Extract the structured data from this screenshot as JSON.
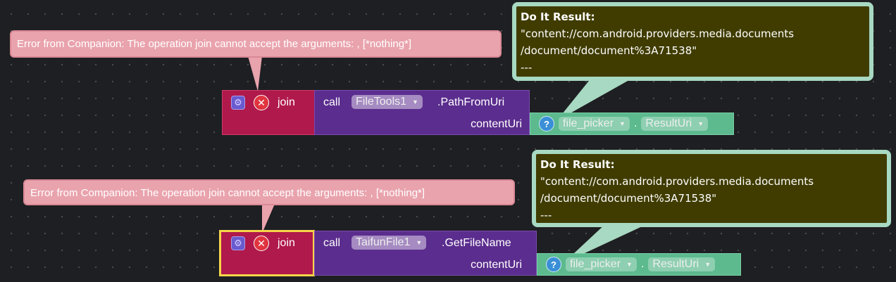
{
  "blocks": [
    {
      "error": "Error from Companion: The operation join cannot accept the arguments: , [*nothing*]",
      "join_label": "join",
      "call_label": "call",
      "component": "FileTools1",
      "method": ".PathFromUri",
      "param": "contentUri",
      "getter_component": "file_picker",
      "getter_dot": ".",
      "getter_property": "ResultUri",
      "result_title": "Do It Result:",
      "result_line1": "\"content://com.android.providers.media.documents",
      "result_line2": "/document/document%3A71538\"",
      "result_line3": "---",
      "selected": false
    },
    {
      "error": "Error from Companion: The operation join cannot accept the arguments: , [*nothing*]",
      "join_label": "join",
      "call_label": "call",
      "component": "TaifunFile1",
      "method": ".GetFileName",
      "param": "contentUri",
      "getter_component": "file_picker",
      "getter_dot": ".",
      "getter_property": "ResultUri",
      "result_title": "Do It Result:",
      "result_line1": "\"content://com.android.providers.media.documents",
      "result_line2": "/document/document%3A71538\"",
      "result_line3": "---",
      "selected": true
    }
  ],
  "icons": {
    "gear": "gear-icon",
    "error": "error-icon",
    "help": "help-icon",
    "dropdown": "dropdown-arrow-icon"
  },
  "colors": {
    "join": "#b0194b",
    "call": "#5b2d8e",
    "getter": "#5cba8e",
    "result_bg": "#403c00",
    "error_bubble": "#e9a3ad",
    "selection": "#f6d54a"
  }
}
